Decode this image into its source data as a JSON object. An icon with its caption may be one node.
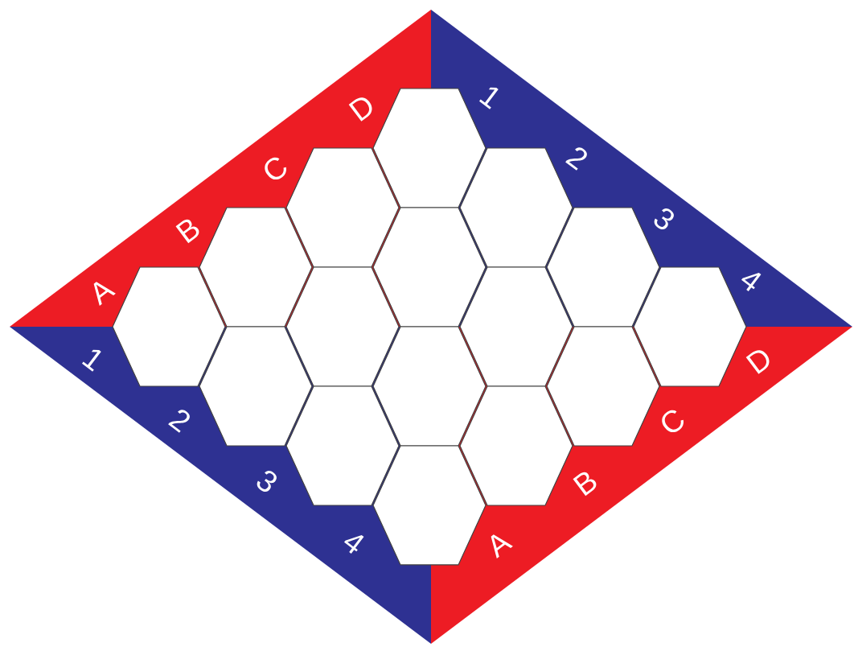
{
  "diagram": {
    "nodes": [
      {
        "text": [],
        "shape": "hexagon"
      },
      {
        "text": [],
        "shape": "hexagon"
      },
      {
        "text": [],
        "shape": "hexagon"
      },
      {
        "text": [],
        "shape": "hexagon"
      },
      {
        "text": [],
        "shape": "hexagon"
      },
      {
        "text": [],
        "shape": "hexagon"
      },
      {
        "text": [],
        "shape": "hexagon"
      },
      {
        "text": [],
        "shape": "hexagon"
      },
      {
        "text": [],
        "shape": "hexagon"
      },
      {
        "text": [],
        "shape": "hexagon"
      },
      {
        "text": [],
        "shape": "hexagon"
      },
      {
        "text": [],
        "shape": "hexagon"
      },
      {
        "text": [],
        "shape": "hexagon"
      },
      {
        "text": [],
        "shape": "hexagon"
      },
      {
        "text": [],
        "shape": "hexagon"
      },
      {
        "text": [],
        "shape": "hexagon"
      }
    ],
    "labels": [
      "A",
      "B",
      "C",
      "D",
      "1",
      "2",
      "3",
      "4",
      "1",
      "2",
      "3",
      "4",
      "A",
      "B",
      "C",
      "D"
    ]
  }
}
